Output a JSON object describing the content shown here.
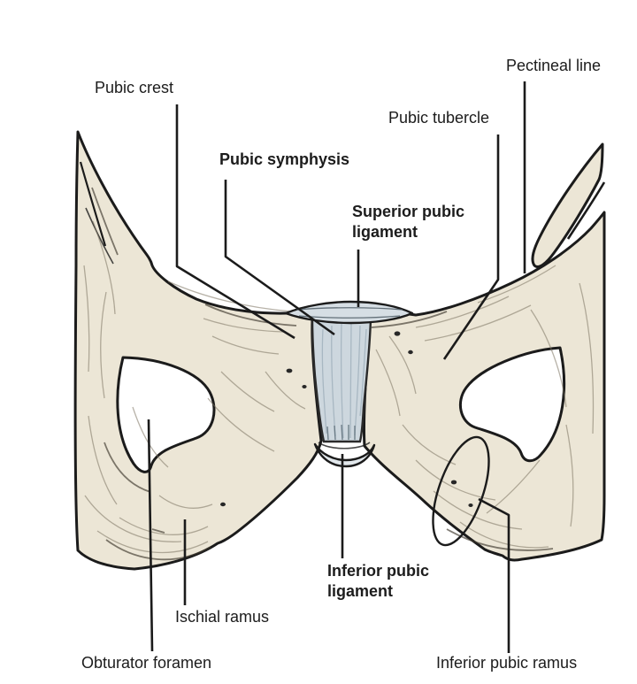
{
  "figure": {
    "type": "anatomical-diagram",
    "subject": "Pubic symphysis and ligaments (anterior view of pelvis)",
    "background_color": "#ffffff",
    "bone_color": "#ece6d6",
    "disc_color": "#cdd7de",
    "ligament_band_color": "#d6dee4",
    "outline_color": "#1b1b1b"
  },
  "labels": [
    {
      "id": "pubic-crest",
      "text": "Pubic crest",
      "bold": false
    },
    {
      "id": "pectineal-line",
      "text": "Pectineal line",
      "bold": false
    },
    {
      "id": "pubic-tubercle",
      "text": "Pubic tubercle",
      "bold": false
    },
    {
      "id": "pubic-symphysis",
      "text": "Pubic symphysis",
      "bold": true
    },
    {
      "id": "superior-pubic-ligament",
      "text": "Superior pubic ligament",
      "bold": true
    },
    {
      "id": "inferior-pubic-ligament",
      "text": "Inferior pubic ligament",
      "bold": true
    },
    {
      "id": "ischial-ramus",
      "text": "Ischial ramus",
      "bold": false
    },
    {
      "id": "obturator-foramen",
      "text": "Obturator foramen",
      "bold": false
    },
    {
      "id": "inferior-pubic-ramus",
      "text": "Inferior pubic ramus",
      "bold": false
    }
  ]
}
